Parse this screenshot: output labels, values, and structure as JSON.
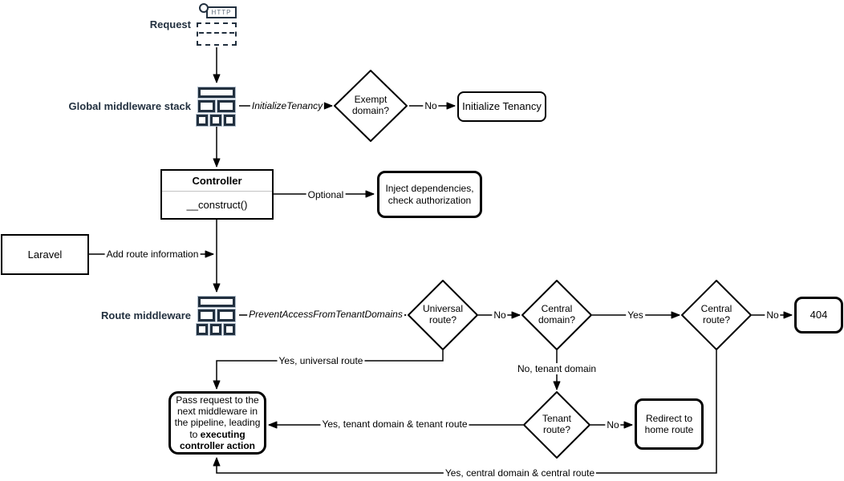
{
  "colors": {
    "navy_accent": "#22303f",
    "icon_secondary_outline": "#b0bdcb",
    "shape_stroke": "#000000",
    "uml_divider": "#c3c3c3",
    "http_text": "#5d6b7a"
  },
  "nodes": {
    "request": {
      "label": "Request",
      "http_tab": "HTTP"
    },
    "global_middleware_stack": {
      "label": "Global middleware stack"
    },
    "exempt_domain": {
      "line1": "Exempt",
      "line2": "domain?"
    },
    "initialize_tenancy": {
      "label": "Initialize Tenancy"
    },
    "controller": {
      "title": "Controller",
      "member": "__construct()"
    },
    "inject_dependencies": {
      "line1": "Inject dependencies,",
      "line2": "check authorization"
    },
    "laravel": {
      "label": "Laravel"
    },
    "route_middleware": {
      "label": "Route middleware"
    },
    "universal_route": {
      "line1": "Universal",
      "line2": "route?"
    },
    "central_domain": {
      "line1": "Central",
      "line2": "domain?"
    },
    "central_route": {
      "line1": "Central",
      "line2": "route?"
    },
    "error_404": {
      "label": "404"
    },
    "tenant_route": {
      "line1": "Tenant",
      "line2": "route?"
    },
    "redirect_home": {
      "line1": "Redirect to",
      "line2": "home route"
    },
    "pass_request": {
      "line1": "Pass request to the",
      "line2": "next middleware in",
      "line3": "the pipeline, leading",
      "line4_normal": "to ",
      "line4_bold": "executing",
      "line5_bold": "controller action"
    }
  },
  "edge_labels": {
    "initialize_tenancy": "InitializeTenancy",
    "exempt_no": "No",
    "optional": "Optional",
    "add_route_information": "Add route information",
    "prevent_access": "PreventAccessFromTenantDomains",
    "universal_no": "No",
    "central_domain_yes": "Yes",
    "central_route_no": "No",
    "universal_yes": "Yes, universal route",
    "tenant_domain_no": "No, tenant domain",
    "tenant_route_no": "No",
    "tenant_yes": "Yes, tenant domain & tenant route",
    "central_yes": "Yes, central domain & central route"
  }
}
